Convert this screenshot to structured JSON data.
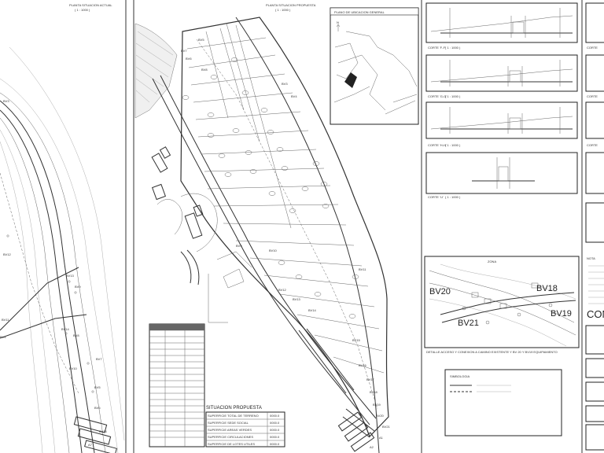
{
  "panels": {
    "actual_title": "PLANTA SITUACION ACTUAL",
    "actual_scale": "( 1 : 1000 )",
    "proposed_title": "PLANTA SITUACION PROPUESTA",
    "proposed_scale": "( 1 : 1000 )",
    "location_title": "PLANO DE UBICACION GENERAL",
    "location_north": "N",
    "detail_title": "DETALLE ACCESO Y CONEXION A CAMINO EXISTENTE Y BV 20 Y BV19 EQUIPAMIENTO",
    "detail_label": "ZONA",
    "legend_title": "SIMBOLOGIA",
    "situacion_title": "SITUACION PROPUESTA",
    "notes_title": "NOTA",
    "big_partial": "CON"
  },
  "bv_labels_left": [
    "BV3",
    "BV12",
    "BV13",
    "BV14",
    "BV11",
    "BV9",
    "BV8",
    "BV10",
    "BV5",
    "BV4",
    "BV7",
    "BV6",
    "BV16",
    "A7"
  ],
  "bv_labels_main": [
    "BV5",
    "BV7",
    "BV3",
    "BV4",
    "BV6",
    "BV8",
    "BV9",
    "BV10",
    "BV11",
    "BV12",
    "BV13",
    "BV14",
    "BV15",
    "BV16",
    "BV17",
    "BV18",
    "BV19",
    "BV20",
    "BV21",
    "A1",
    "A2"
  ],
  "bv_labels_detail": [
    "BV20",
    "BV18",
    "BV19",
    "BV21"
  ],
  "cortes": [
    {
      "label": "CORTE 'F-F'",
      "scale": "( 1 : 1000 )"
    },
    {
      "label": "CORTE 'G-G'",
      "scale": "( 1 : 1000 )"
    },
    {
      "label": "CORTE 'H-H'",
      "scale": "( 1 : 1000 )"
    },
    {
      "label": "CORTE 'I-I'",
      "scale": "( 1 : 1000 )"
    }
  ],
  "cortes_right": [
    "CORTE",
    "CORTE",
    "CORTE"
  ],
  "situacion_rows": [
    {
      "label": "SUPERFICIE TOTAL DE TERRENO",
      "value": "0000.0"
    },
    {
      "label": "SUPERFICIE SEDE SOCIAL",
      "value": "0000.0"
    },
    {
      "label": "SUPERFICIE AREAS VERDES",
      "value": "0000.0"
    },
    {
      "label": "SUPERFICIE CIRCULACIONES",
      "value": "0000.0"
    },
    {
      "label": "SUPERFICIE DE LOTES UTILES",
      "value": "0000.0"
    }
  ],
  "colors": {
    "line": "#333333",
    "paper": "#ffffff",
    "fill_dark": "#333333"
  }
}
